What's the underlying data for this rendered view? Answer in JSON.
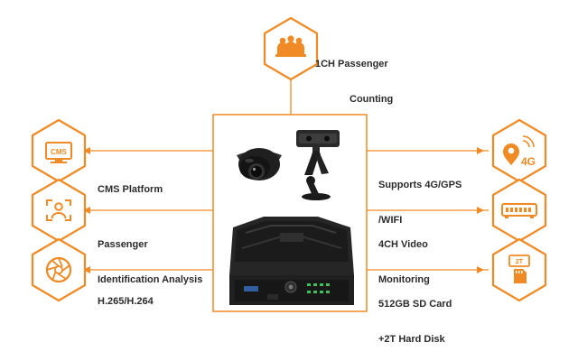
{
  "accent_color": "#f08a24",
  "features": {
    "passenger_counting": {
      "line1": "1CH Passenger",
      "line2": "Counting",
      "icon": "people-group-icon"
    },
    "cms_platform": {
      "line1": "CMS Platform",
      "icon": "monitor-cms-icon",
      "icon_text": "CMS"
    },
    "passenger_identification": {
      "line1": "Passenger",
      "line2": "Identification Analysis",
      "icon": "face-scan-icon"
    },
    "codec": {
      "line1": "H.265/H.264",
      "icon": "camera-aperture-icon"
    },
    "connectivity": {
      "line1": "Supports 4G/GPS",
      "line2": "/WIFI",
      "icon": "location-4g-icon",
      "icon_text": "4G"
    },
    "video_monitoring": {
      "line1": "4CH Video",
      "line2": "Monitoring",
      "icon": "video-recorder-icon"
    },
    "storage": {
      "line1": "512GB SD Card",
      "line2": "+2T Hard Disk",
      "icon": "sd-card-icon",
      "icon_text": "2T"
    }
  },
  "products": {
    "dome_camera": "dome-camera-image",
    "counting_camera": "passenger-counting-camera-image",
    "mdvr": "mobile-dvr-image"
  }
}
